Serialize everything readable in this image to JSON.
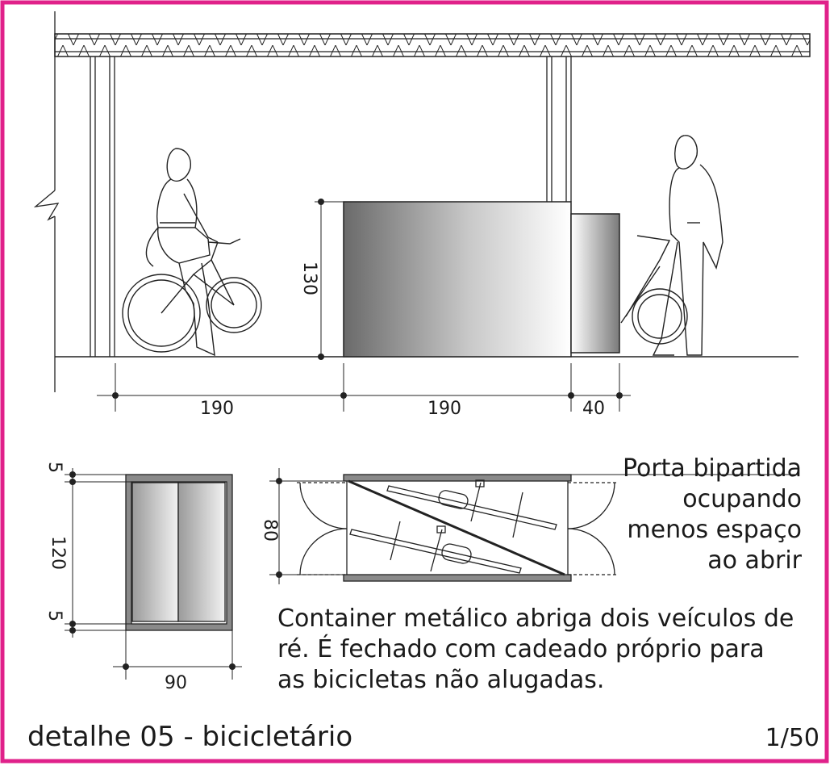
{
  "frame_color": "#e0218a",
  "title": "detalhe 05 - bicicletário",
  "scale": "1/50",
  "elevation": {
    "height_dim": "130",
    "width_dims": [
      "190",
      "190",
      "40"
    ]
  },
  "plan_side": {
    "dims_vertical": [
      "5",
      "120",
      "5"
    ],
    "dim_horizontal": "90"
  },
  "plan_top": {
    "dim_vertical": "80"
  },
  "annotations": {
    "door_note": [
      "Porta bipartida",
      "ocupando",
      "menos espaço",
      "ao abrir"
    ],
    "container_note": [
      "Container metálico abriga dois veículos de",
      "ré. É fechado com cadeado próprio para",
      "as bicicletas não alugadas."
    ]
  }
}
